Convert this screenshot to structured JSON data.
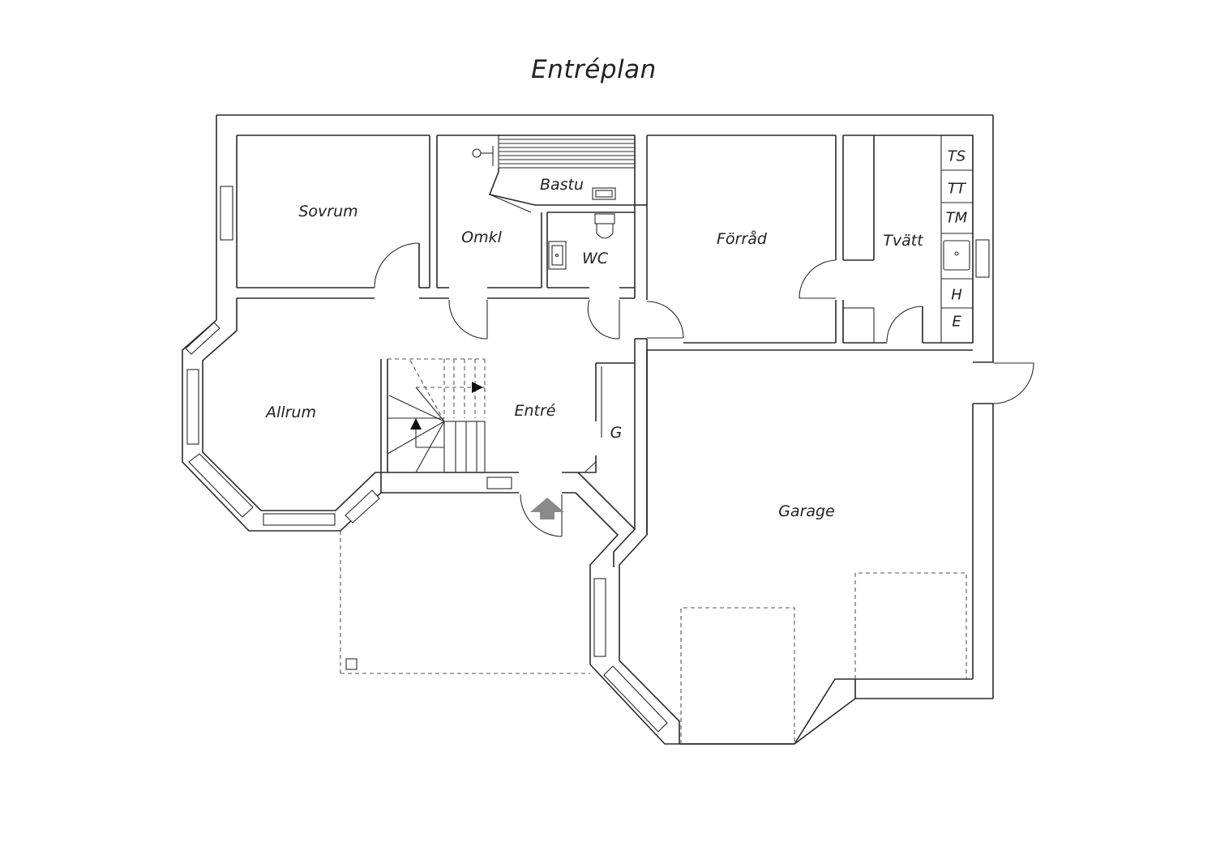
{
  "title": "Entréplan",
  "rooms": {
    "sovrum": "Sovrum",
    "omkl": "Omkl",
    "bastu": "Bastu",
    "wc": "WC",
    "forrad": "Förråd",
    "tvatt": "Tvätt",
    "allrum": "Allrum",
    "entre": "Entré",
    "g": "G",
    "garage": "Garage"
  },
  "fixtures": {
    "ts": "TS",
    "tt": "TT",
    "tm": "TM",
    "h": "H",
    "e": "E"
  },
  "colors": {
    "line": "#2a2a2a",
    "arrow": "#8a8a8a",
    "background": "#ffffff"
  }
}
